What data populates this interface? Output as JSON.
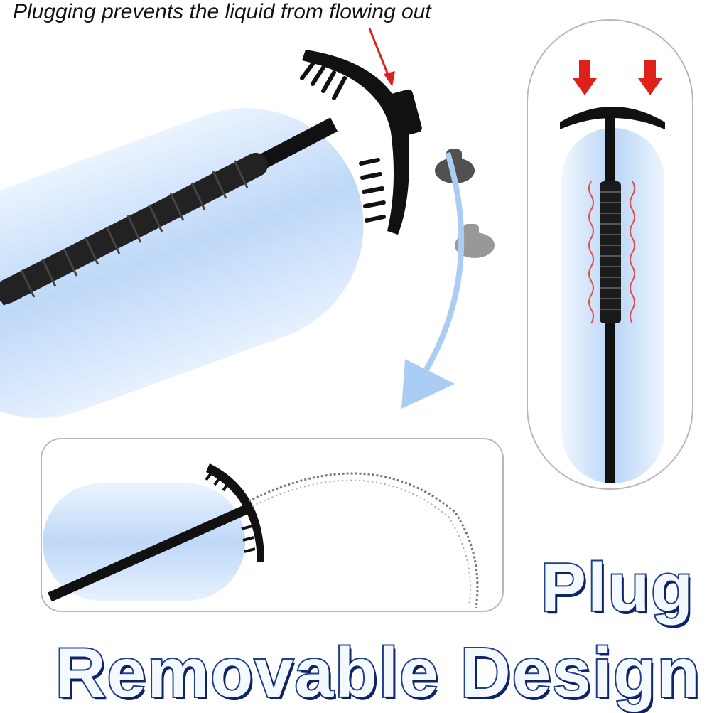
{
  "caption": "Plugging prevents the liquid from flowing out",
  "title_line1": "Plug",
  "title_line2": "Removable Design",
  "colors": {
    "tube_blue": "#b9d6f7",
    "brush_black": "#111111",
    "arrow_red": "#e0201a",
    "arrow_blue": "#a9cdf3",
    "title_outline": "#1f3f8f"
  },
  "icons": [
    "brush-tube-illustration",
    "plug-cap-icon",
    "rotation-arrow-icon",
    "press-arrow-icon",
    "water-stream-icon"
  ]
}
